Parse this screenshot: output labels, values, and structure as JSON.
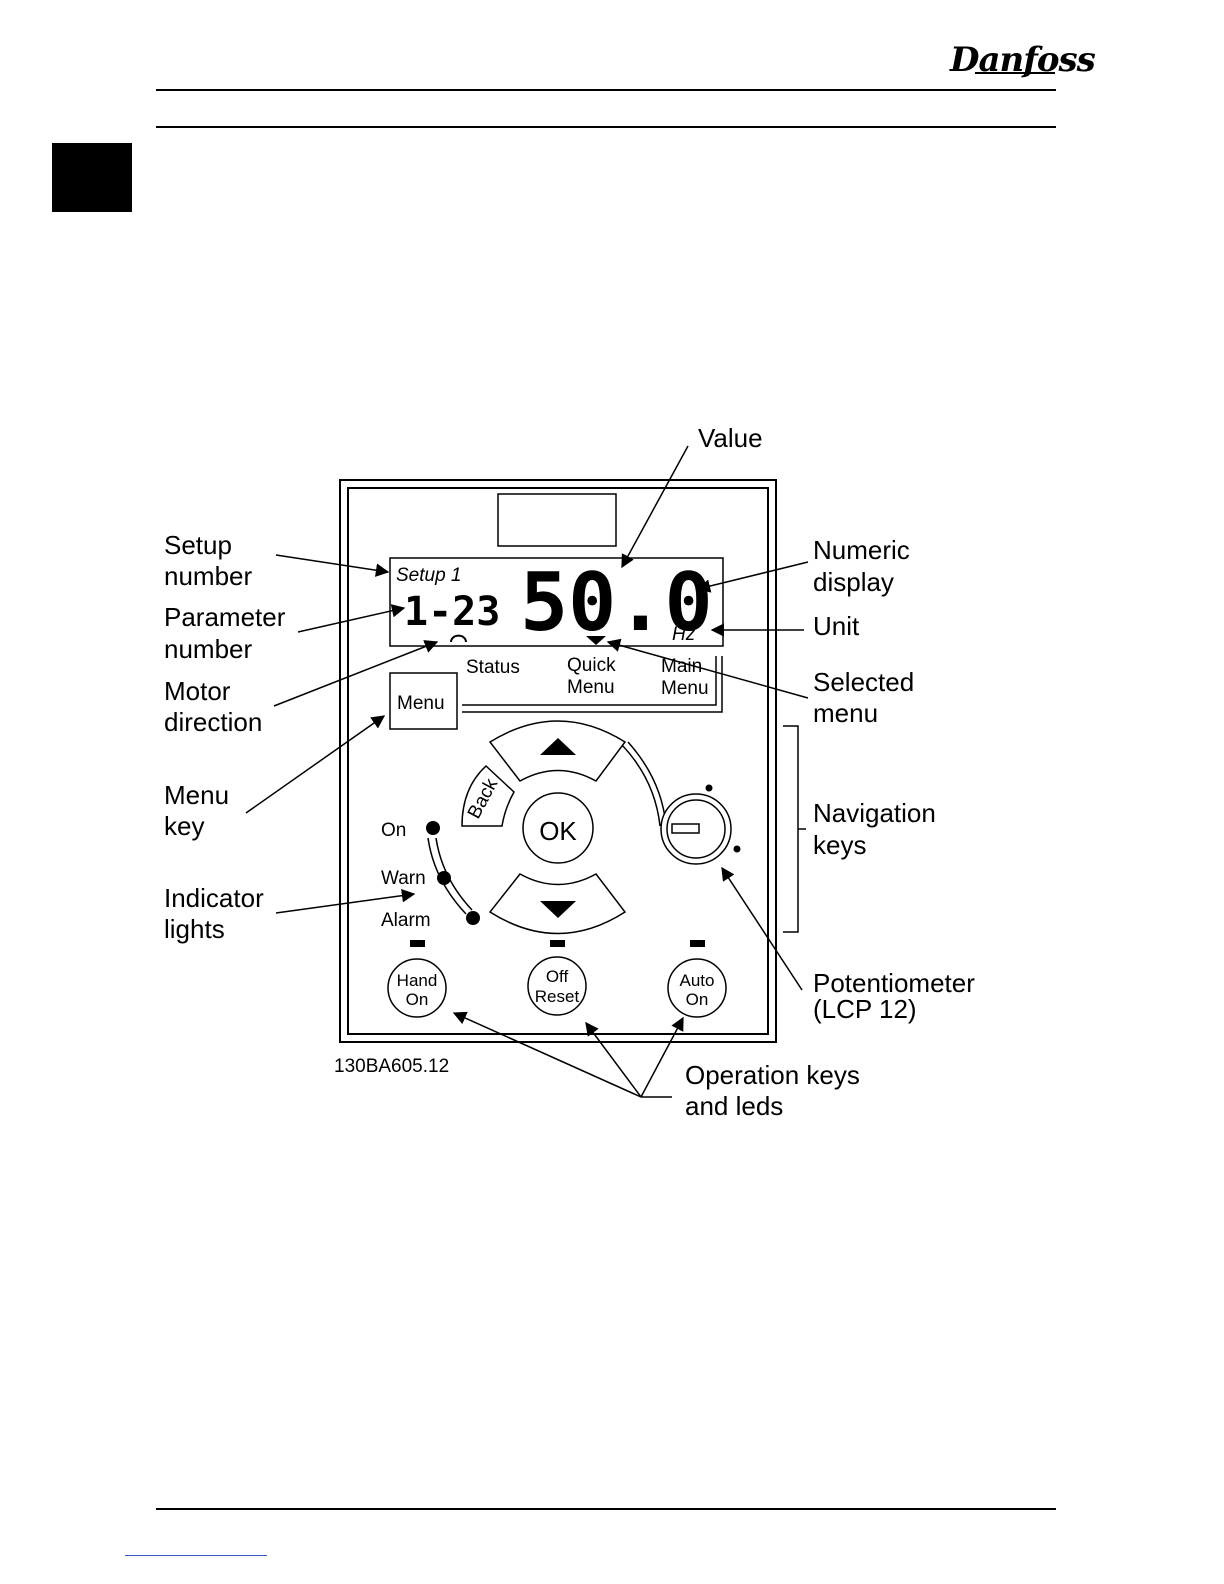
{
  "header": {
    "brand": "Danfoss"
  },
  "figure": {
    "panel": {
      "setup_label": "Setup 1",
      "parameter_number": "1-23",
      "value": "50.0",
      "unit": "Hz",
      "menu_key": "Menu",
      "menus": {
        "status": "Status",
        "quick": [
          "Quick",
          "Menu"
        ],
        "main": [
          "Main",
          "Menu"
        ]
      },
      "back_key": "Back",
      "ok_key": "OK",
      "indicators": {
        "on": "On",
        "warn": "Warn",
        "alarm": "Alarm"
      },
      "operation_keys": {
        "hand": [
          "Hand",
          "On"
        ],
        "off": [
          "Off",
          "Reset"
        ],
        "auto": [
          "Auto",
          "On"
        ]
      }
    },
    "callouts": {
      "value": "Value",
      "setup_number": [
        "Setup",
        "number"
      ],
      "parameter_number": [
        "Parameter",
        "number"
      ],
      "motor_direction": [
        "Motor",
        "direction"
      ],
      "menu_key": [
        "Menu",
        "key"
      ],
      "indicator_lights": [
        "Indicator",
        "lights"
      ],
      "numeric_display": [
        "Numeric",
        "display"
      ],
      "unit": "Unit",
      "selected_menu": [
        "Selected",
        "menu"
      ],
      "navigation_keys": [
        "Navigation",
        "keys"
      ],
      "potentiometer": [
        "Potentiometer",
        "(LCP 12)"
      ],
      "operation_keys": [
        "Operation keys",
        "and leds"
      ]
    },
    "figure_id": "130BA605.12"
  }
}
